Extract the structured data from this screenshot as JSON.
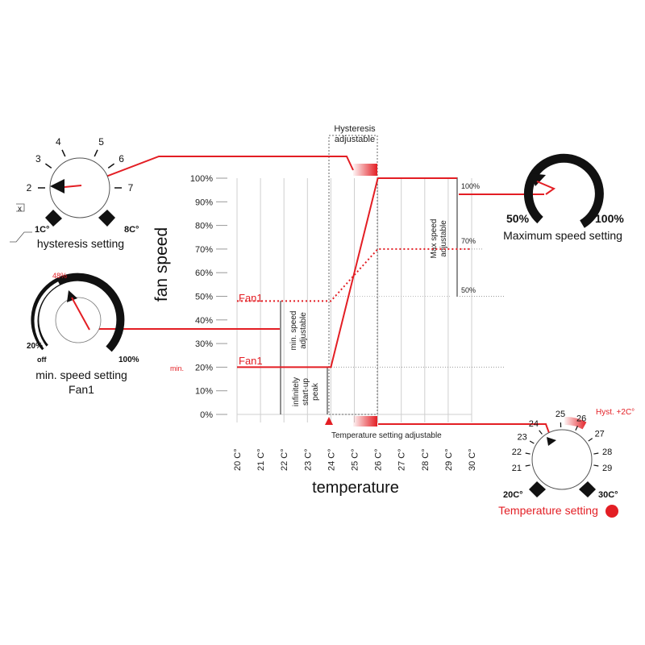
{
  "colors": {
    "accent": "#e31e24",
    "ink": "#1a1a1a",
    "grid": "#cfcfcf"
  },
  "chart_data": {
    "type": "line",
    "ylabel": "fan speed",
    "xlabel": "temperature",
    "y_ticks": [
      "0%",
      "10%",
      "20%",
      "30%",
      "40%",
      "50%",
      "60%",
      "70%",
      "80%",
      "90%",
      "100%"
    ],
    "x_ticks": [
      "20 C°",
      "21 C°",
      "22 C°",
      "23 C°",
      "24 C°",
      "25 C°",
      "26 C°",
      "27 C°",
      "28 C°",
      "29 C°",
      "30 C°"
    ],
    "ylim": [
      0,
      100
    ],
    "xlim": [
      20,
      30
    ],
    "series": [
      {
        "name": "Fan1",
        "style": "solid",
        "x": [
          20,
          24,
          26
        ],
        "y": [
          20,
          20,
          100
        ]
      },
      {
        "name": "Fan1",
        "style": "dotted",
        "x": [
          20,
          24,
          26,
          30
        ],
        "y": [
          48,
          48,
          70,
          70
        ]
      }
    ],
    "min_label": "min.",
    "fan1_upper": "Fan1",
    "fan1_lower": "Fan1",
    "hysteresis_label": [
      "Hysteresis",
      "adjustable"
    ],
    "max_speed_label": [
      "Max speed",
      "adjustable"
    ],
    "min_speed_label": [
      "min. speed",
      "adjustable"
    ],
    "startup_label": [
      "infinitely",
      "start-up",
      "peak"
    ],
    "max_levels": [
      "100%",
      "70%",
      "50%"
    ],
    "temp_adjust_label": "Temperature setting adjustable"
  },
  "hysteresis_dial": {
    "ticks": [
      "2",
      "3",
      "4",
      "5",
      "6",
      "7"
    ],
    "min": "1C°",
    "max": "8C°",
    "x_marker": "x",
    "caption": "hysteresis setting"
  },
  "max_dial": {
    "low": "50%",
    "high": "100%",
    "caption": "Maximum speed setting"
  },
  "min_dial": {
    "value": "48%",
    "low": "20%",
    "off": "off",
    "high": "100%",
    "caption_line1": "min. speed setting",
    "caption_line2": "Fan1"
  },
  "temp_dial": {
    "ticks": [
      "21",
      "22",
      "23",
      "24",
      "25",
      "26",
      "27",
      "28",
      "29"
    ],
    "min": "20C°",
    "max": "30C°",
    "hyst": "Hyst. +2C°",
    "caption": "Temperature setting"
  }
}
